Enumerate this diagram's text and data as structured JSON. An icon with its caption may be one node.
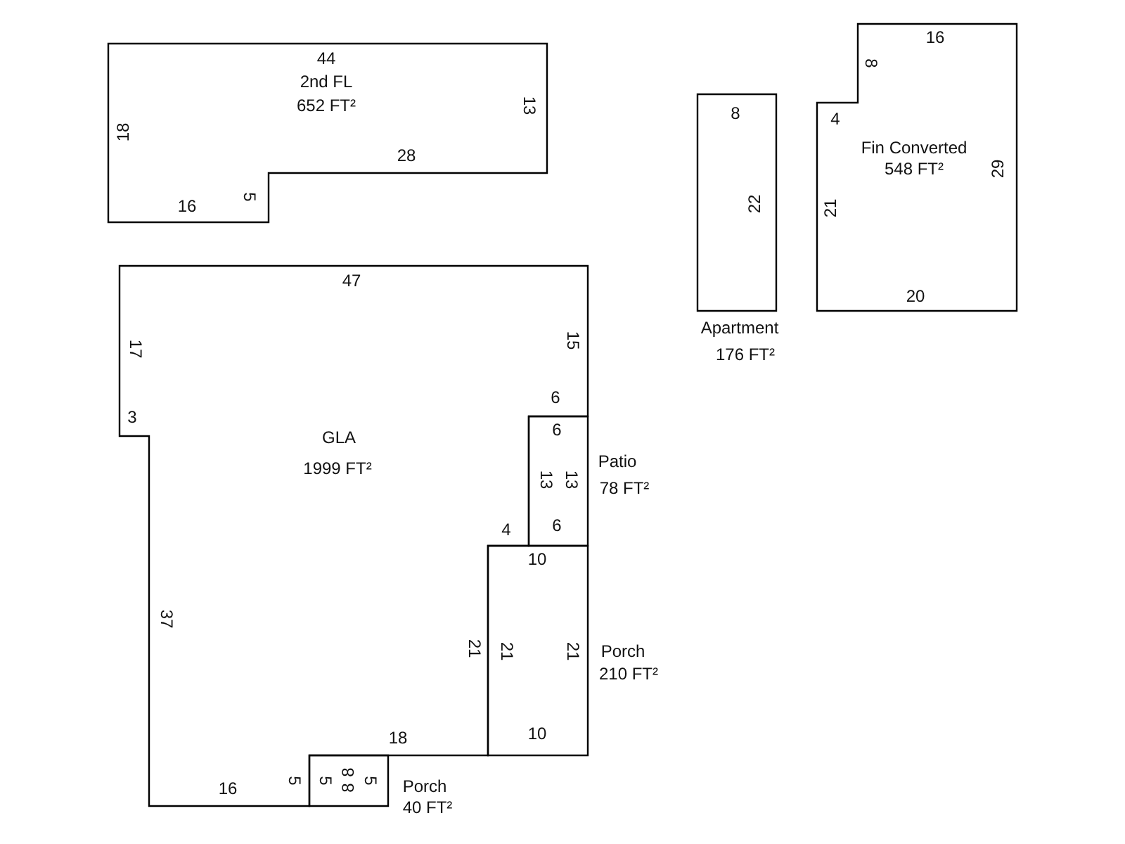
{
  "diagram": {
    "nodes": [
      {
        "text": [
          "2nd FL",
          "652 FT²"
        ]
      },
      {
        "text": [
          "Apartment",
          "176 FT²"
        ]
      },
      {
        "text": [
          "Fin Converted",
          "548 FT²"
        ]
      },
      {
        "text": [
          "GLA",
          "1999 FT²"
        ]
      },
      {
        "text": [
          "Patio",
          "78 FT²"
        ]
      },
      {
        "text": [
          "Porch",
          "210 FT²"
        ]
      },
      {
        "text": [
          "Porch",
          "40 FT²"
        ]
      }
    ],
    "labels": [
      "44",
      "13",
      "18",
      "28",
      "5",
      "16",
      "8",
      "22",
      "16",
      "8",
      "4",
      "29",
      "21",
      "20",
      "47",
      "15",
      "17",
      "6",
      "3",
      "4",
      "37",
      "21",
      "18",
      "16",
      "5",
      "6",
      "13",
      "13",
      "6",
      "10",
      "21",
      "21",
      "10",
      "5",
      "8",
      "8",
      "5"
    ]
  }
}
